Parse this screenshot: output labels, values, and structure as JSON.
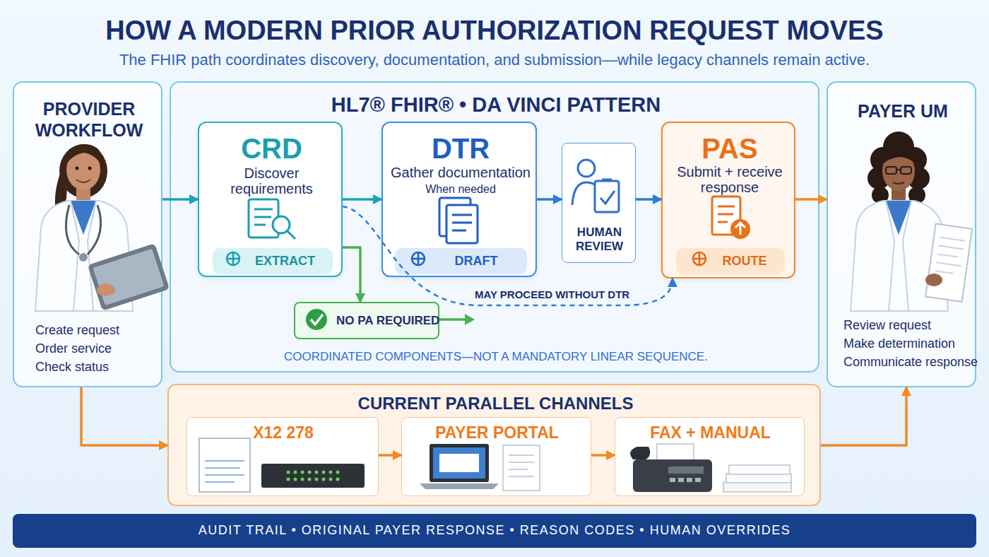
{
  "diagram": {
    "title": "HOW A MODERN PRIOR AUTHORIZATION REQUEST MOVES",
    "caption": "The FHIR path coordinates discovery, documentation, and submission—while legacy channels remain active.",
    "nodes": [
      {
        "text": [
          "PROVIDER WORKFLOW",
          "Create request",
          "Order service",
          "Check status"
        ]
      },
      {
        "text": [
          "HL7® FHIR® • DA VINCI PATTERN",
          "COORDINATED COMPONENTS—NOT A MANDATORY LINEAR SEQUENCE."
        ]
      },
      {
        "text": [
          "CRD",
          "Discover requirements"
        ],
        "in": 1
      },
      {
        "text": [
          "EXTRACT"
        ],
        "in": 2
      },
      {
        "text": [
          "DTR",
          "Gather documentation",
          "When needed"
        ],
        "in": 1
      },
      {
        "text": [
          "DRAFT"
        ],
        "in": 4
      },
      {
        "text": [
          "HUMAN REVIEW"
        ],
        "in": 1
      },
      {
        "text": [
          "PAS",
          "Submit + receive response"
        ],
        "in": 1
      },
      {
        "text": [
          "ROUTE"
        ],
        "in": 7
      },
      {
        "text": [
          "NO PA REQUIRED"
        ],
        "in": 1
      },
      {
        "text": [
          "PAYER UM",
          "Review request",
          "Make determination",
          "Communicate response"
        ]
      },
      {
        "text": [
          "CURRENT PARALLEL CHANNELS"
        ]
      },
      {
        "text": [
          "X12 278",
          "X12 278"
        ],
        "in": 11
      },
      {
        "text": [
          "PAYER PORTAL"
        ],
        "in": 11
      },
      {
        "text": [
          "FAX + MANUAL"
        ],
        "in": 11
      },
      {
        "text": [
          "AUDIT TRAIL • ORIGINAL PAYER RESPONSE • REASON CODES • HUMAN OVERRIDES"
        ]
      }
    ],
    "edges": [
      {
        "from": 0,
        "to": 2,
        "arrow": "to"
      },
      {
        "from": 2,
        "to": 4,
        "arrow": "to"
      },
      {
        "from": 4,
        "to": 6,
        "arrow": "to"
      },
      {
        "from": 6,
        "to": 7,
        "arrow": "to"
      },
      {
        "from": 7,
        "to": 10,
        "arrow": "to"
      },
      {
        "from": 2,
        "to": 9,
        "arrow": "to"
      },
      {
        "from": 2,
        "to": 7,
        "label": "MAY PROCEED WITHOUT DTR",
        "arrow": "to"
      },
      {
        "from": 0,
        "to": 11,
        "arrow": "to"
      },
      {
        "from": 12,
        "to": 13,
        "arrow": "to"
      },
      {
        "from": 13,
        "to": 14,
        "arrow": "to"
      },
      {
        "from": 11,
        "to": 10,
        "arrow": "to"
      }
    ]
  }
}
